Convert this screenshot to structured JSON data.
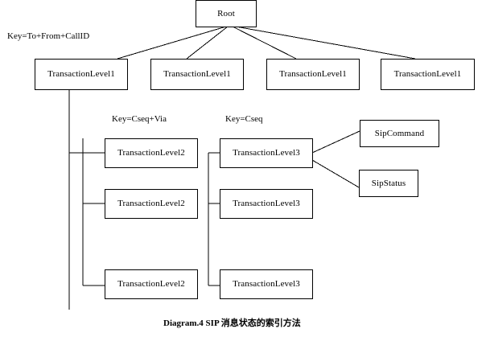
{
  "diagram": {
    "caption": "Diagram.4 SIP 消息状态的索引方法",
    "root": {
      "label": "Root"
    },
    "key_labels": [
      {
        "name": "key-to-from-callid",
        "text": "Key=To+From+CallID"
      },
      {
        "name": "key-cseq-via",
        "text": "Key=Cseq+Via"
      },
      {
        "name": "key-cseq",
        "text": "Key=Cseq"
      }
    ],
    "level1_nodes": [
      {
        "label": "TransactionLevel1"
      },
      {
        "label": "TransactionLevel1"
      },
      {
        "label": "TransactionLevel1"
      },
      {
        "label": "TransactionLevel1"
      }
    ],
    "level2_nodes": [
      {
        "label": "TransactionLevel2"
      },
      {
        "label": "TransactionLevel2"
      },
      {
        "label": "TransactionLevel2"
      }
    ],
    "level3_nodes": [
      {
        "label": "TransactionLevel3"
      },
      {
        "label": "TransactionLevel3"
      },
      {
        "label": "TransactionLevel3"
      }
    ],
    "leaf_nodes": [
      {
        "label": "SipCommand"
      },
      {
        "label": "SipStatus"
      }
    ],
    "colors": {
      "stroke": "#000000",
      "fill": "#ffffff",
      "text": "#000000"
    }
  }
}
